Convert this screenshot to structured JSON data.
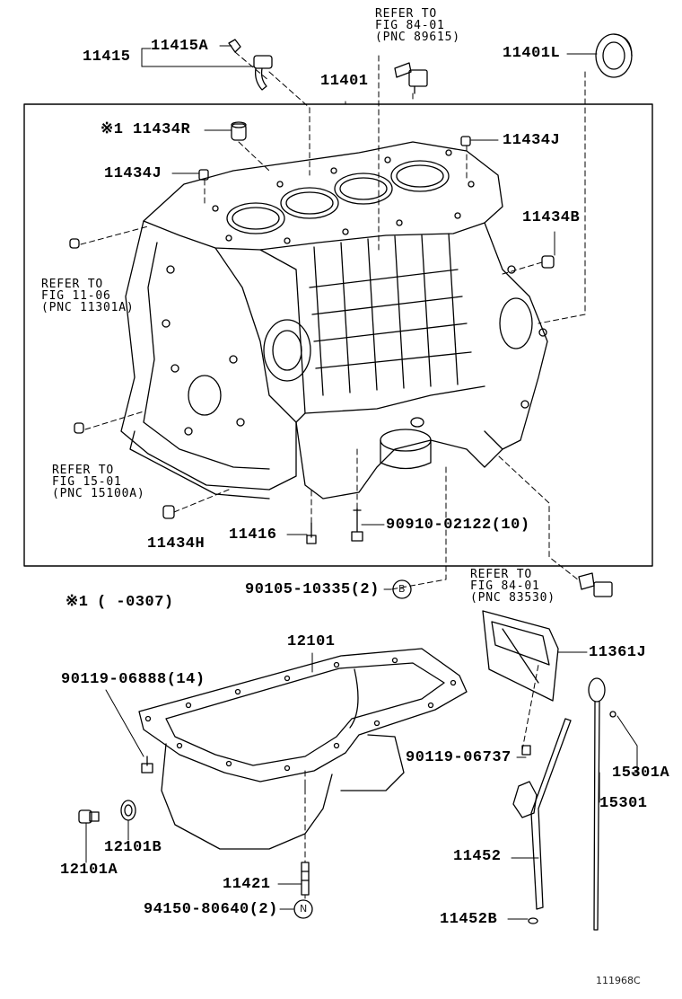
{
  "labels": {
    "p11415": "11415",
    "p11415A": "11415A",
    "p11401": "11401",
    "p11401L": "11401L",
    "mark1": "※1",
    "p11434R": "11434R",
    "p11434J_top": "11434J",
    "p11434J_left": "11434J",
    "p11434B": "11434B",
    "p11434H": "11434H",
    "p11416": "11416",
    "p90910": "90910-02122(10)",
    "p90105": "90105-10335(2)",
    "circleB": "B",
    "note_mark": "※1",
    "note_text": "(    -0307)",
    "p12101": "12101",
    "p90119_06888": "90119-06888(14)",
    "p11361J": "11361J",
    "p90119_06737": "90119-06737",
    "p15301A": "15301A",
    "p15301": "15301",
    "p12101B": "12101B",
    "p12101A": "12101A",
    "p11452": "11452",
    "p11421": "11421",
    "p94150": "94150-80640(2)",
    "circleN": "N",
    "p11452B": "11452B",
    "fig_id": "111968C"
  },
  "refs": {
    "top": [
      "REFER TO",
      "FIG 84-01",
      "(PNC 89615)"
    ],
    "left1": [
      "REFER TO",
      "FIG 11-06",
      "(PNC 11301A)"
    ],
    "left2": [
      "REFER TO",
      "FIG 15-01",
      "(PNC 15100A)"
    ],
    "right": [
      "REFER TO",
      "FIG 84-01",
      "(PNC 83530)"
    ]
  },
  "colors": {
    "ink": "#000000",
    "paper": "#ffffff"
  }
}
